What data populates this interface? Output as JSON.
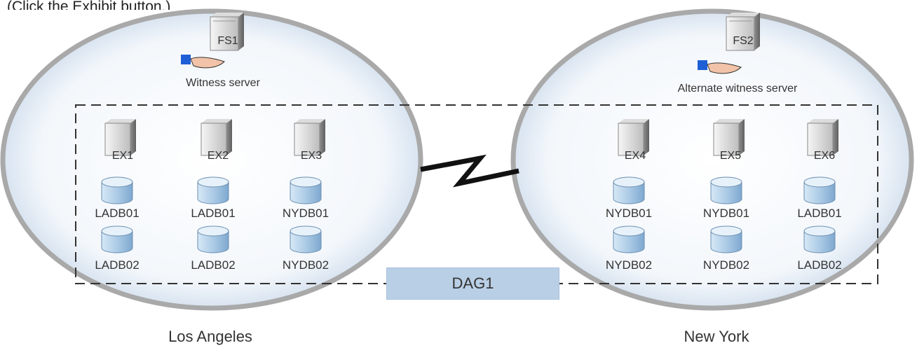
{
  "caption": "(Click the Exhibit button.)",
  "dag": {
    "name": "DAG1"
  },
  "los_angeles": {
    "site_name": "Los Angeles",
    "witness": {
      "name": "FS1",
      "role": "Witness server"
    },
    "servers": [
      {
        "name": "EX1",
        "databases": [
          "LADB01",
          "LADB02"
        ]
      },
      {
        "name": "EX2",
        "databases": [
          "LADB01",
          "LADB02"
        ]
      },
      {
        "name": "EX3",
        "databases": [
          "NYDB01",
          "NYDB02"
        ]
      }
    ]
  },
  "new_york": {
    "site_name": "New York",
    "witness": {
      "name": "FS2",
      "role": "Alternate witness server"
    },
    "servers": [
      {
        "name": "EX4",
        "databases": [
          "NYDB01",
          "NYDB02"
        ]
      },
      {
        "name": "EX5",
        "databases": [
          "NYDB01",
          "NYDB02"
        ]
      },
      {
        "name": "EX6",
        "databases": [
          "LADB01",
          "LADB02"
        ]
      }
    ]
  },
  "colors": {
    "site_border": "#a9a9a9",
    "dag_box": "#b9cfe6",
    "database": "#a8c8e4",
    "link": "#111111"
  },
  "icons": [
    "server-icon",
    "database-icon",
    "hand-icon",
    "wan-link-icon"
  ]
}
